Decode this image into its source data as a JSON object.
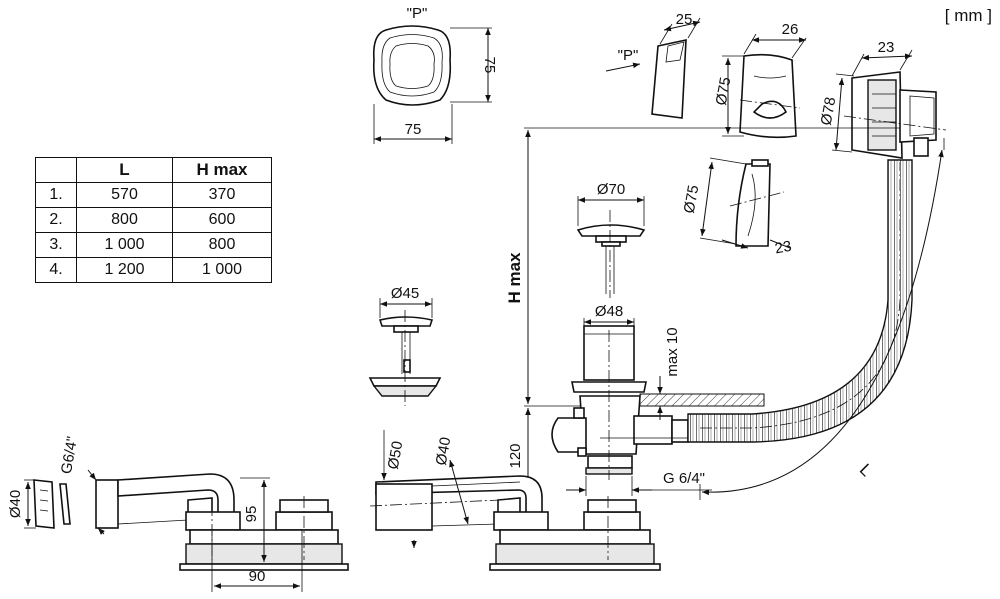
{
  "units": "[ mm ]",
  "table": {
    "headers": [
      "",
      "L",
      "H max"
    ],
    "rows": [
      [
        "1.",
        "570",
        "370"
      ],
      [
        "2.",
        "800",
        "600"
      ],
      [
        "3.",
        "1 000",
        "800"
      ],
      [
        "4.",
        "1 200",
        "1 000"
      ]
    ]
  },
  "labels": {
    "p_top": "\"P\"",
    "cap_height": "75",
    "cap_width": "75",
    "p_arrow": "\"P\"",
    "d25": "25",
    "d26": "26",
    "d75a": "Ø75",
    "d23a": "23",
    "d78": "Ø78",
    "d75b": "Ø75",
    "d23b": "23",
    "d70": "Ø70",
    "d45": "Ø45",
    "d48": "Ø48",
    "max10": "max 10",
    "hmax": "H max",
    "h120": "120",
    "g64h": "G 6/4\"",
    "d50": "Ø50",
    "d40b": "Ø40",
    "g64v": "G6/4\"",
    "d40a": "Ø40",
    "d95": "95",
    "d90": "90",
    "lL": "L"
  }
}
